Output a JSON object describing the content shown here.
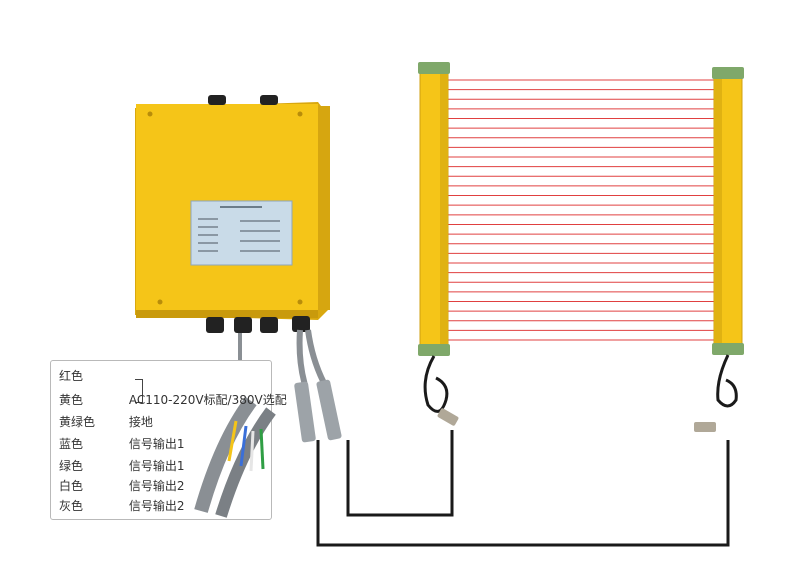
{
  "legend": {
    "rows": [
      {
        "color": "红色",
        "desc": ""
      },
      {
        "color": "黄色",
        "desc": "AC110-220V标配/380V选配"
      },
      {
        "color": "黄绿色",
        "desc": "接地"
      },
      {
        "color": "蓝色",
        "desc": "信号输出1"
      },
      {
        "color": "绿色",
        "desc": "信号输出1"
      },
      {
        "color": "白色",
        "desc": "信号输出2"
      },
      {
        "color": "灰色",
        "desc": "信号输出2"
      }
    ]
  },
  "colors": {
    "housing_yellow": "#f5c518",
    "beam_red": "#e04040",
    "endcap_green": "#7fa86a",
    "cable": "#1a1a1a",
    "panel_blue": "#c9dbe8"
  },
  "icons": [
    "controller-box",
    "light-curtain-emitter",
    "light-curtain-receiver",
    "cable",
    "connector-plug"
  ]
}
